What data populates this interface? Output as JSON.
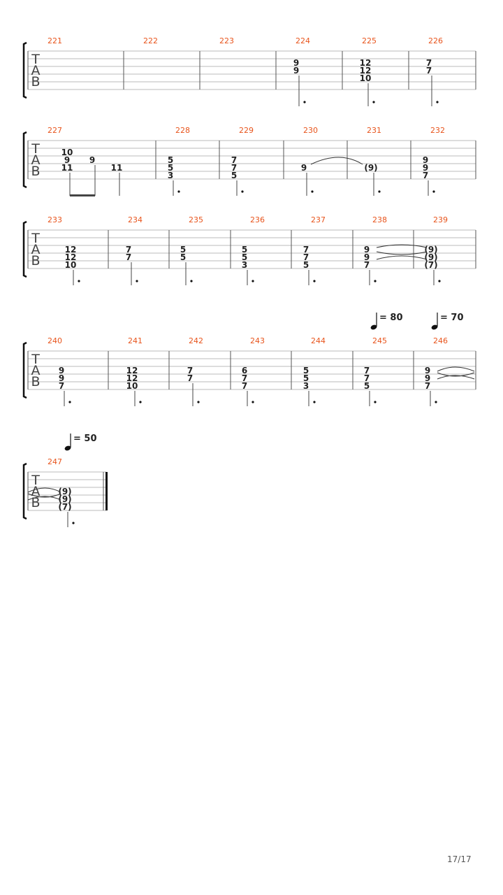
{
  "staff_labels": [
    "T",
    "A",
    "B"
  ],
  "page_number": "17/17",
  "tempos": [
    {
      "label": "= 80",
      "system": 3,
      "beat_measure": 245
    },
    {
      "label": "= 70",
      "system": 3,
      "beat_measure": 246
    },
    {
      "label": "= 50",
      "system": 4,
      "beat_measure": 247
    }
  ],
  "systems": [
    {
      "measures": [
        {
          "number": "221",
          "notes": []
        },
        {
          "number": "222",
          "notes": []
        },
        {
          "number": "223",
          "notes": []
        },
        {
          "number": "224",
          "notes": [
            {
              "frets": [
                [
                  "9",
                  0
                ],
                [
                  "9",
                  1
                ]
              ],
              "stem": "dot"
            }
          ]
        },
        {
          "number": "225",
          "notes": [
            {
              "frets": [
                [
                  "12",
                  0
                ],
                [
                  "12",
                  1
                ],
                [
                  "10",
                  2
                ]
              ],
              "stem": "dot"
            }
          ]
        },
        {
          "number": "226",
          "notes": [
            {
              "frets": [
                [
                  "7",
                  0
                ],
                [
                  "7",
                  1
                ]
              ],
              "stem": "dot"
            }
          ]
        }
      ]
    },
    {
      "measures": [
        {
          "number": "227",
          "notes": [
            {
              "frets": [
                [
                  "10",
                  0
                ],
                [
                  "9",
                  1
                ],
                [
                  "11",
                  2
                ]
              ],
              "stem": "beam"
            },
            {
              "frets": [
                [
                  "9",
                  1
                ]
              ],
              "stem": "beam"
            },
            {
              "frets": [
                [
                  "11",
                  2
                ]
              ],
              "stem": "plain"
            }
          ]
        },
        {
          "number": "228",
          "notes": [
            {
              "frets": [
                [
                  "5",
                  1
                ],
                [
                  "5",
                  2
                ],
                [
                  "3",
                  3
                ]
              ],
              "stem": "dot"
            }
          ]
        },
        {
          "number": "229",
          "notes": [
            {
              "frets": [
                [
                  "7",
                  1
                ],
                [
                  "7",
                  2
                ],
                [
                  "5",
                  3
                ]
              ],
              "stem": "dot"
            }
          ]
        },
        {
          "number": "230",
          "notes": [
            {
              "frets": [
                [
                  "9",
                  2
                ]
              ],
              "stem": "dot"
            }
          ]
        },
        {
          "number": "231",
          "notes": [
            {
              "frets": [
                [
                  "(9)",
                  2
                ]
              ],
              "stem": "dot"
            }
          ]
        },
        {
          "number": "232",
          "notes": [
            {
              "frets": [
                [
                  "9",
                  1
                ],
                [
                  "9",
                  2
                ],
                [
                  "7",
                  3
                ]
              ],
              "stem": "dot"
            }
          ]
        }
      ]
    },
    {
      "measures": [
        {
          "number": "233",
          "notes": [
            {
              "frets": [
                [
                  "12",
                  1
                ],
                [
                  "12",
                  2
                ],
                [
                  "10",
                  3
                ]
              ],
              "stem": "dot"
            }
          ]
        },
        {
          "number": "234",
          "notes": [
            {
              "frets": [
                [
                  "7",
                  1
                ],
                [
                  "7",
                  2
                ]
              ],
              "stem": "dot"
            }
          ]
        },
        {
          "number": "235",
          "notes": [
            {
              "frets": [
                [
                  "5",
                  1
                ],
                [
                  "5",
                  2
                ]
              ],
              "stem": "dot"
            }
          ]
        },
        {
          "number": "236",
          "notes": [
            {
              "frets": [
                [
                  "5",
                  1
                ],
                [
                  "5",
                  2
                ],
                [
                  "3",
                  3
                ]
              ],
              "stem": "dot"
            }
          ]
        },
        {
          "number": "237",
          "notes": [
            {
              "frets": [
                [
                  "7",
                  1
                ],
                [
                  "7",
                  2
                ],
                [
                  "5",
                  3
                ]
              ],
              "stem": "dot"
            }
          ]
        },
        {
          "number": "238",
          "notes": [
            {
              "frets": [
                [
                  "9",
                  1
                ],
                [
                  "9",
                  2
                ],
                [
                  "7",
                  3
                ]
              ],
              "stem": "dot"
            }
          ]
        },
        {
          "number": "239",
          "notes": [
            {
              "frets": [
                [
                  "(9)",
                  1
                ],
                [
                  "(9)",
                  2
                ],
                [
                  "(7)",
                  3
                ]
              ],
              "stem": "dot"
            }
          ]
        }
      ]
    },
    {
      "measures": [
        {
          "number": "240",
          "notes": [
            {
              "frets": [
                [
                  "9",
                  1
                ],
                [
                  "9",
                  2
                ],
                [
                  "7",
                  3
                ]
              ],
              "stem": "dot"
            }
          ]
        },
        {
          "number": "241",
          "notes": [
            {
              "frets": [
                [
                  "12",
                  1
                ],
                [
                  "12",
                  2
                ],
                [
                  "10",
                  3
                ]
              ],
              "stem": "dot"
            }
          ]
        },
        {
          "number": "242",
          "notes": [
            {
              "frets": [
                [
                  "7",
                  1
                ],
                [
                  "7",
                  2
                ]
              ],
              "stem": "dot"
            }
          ]
        },
        {
          "number": "243",
          "notes": [
            {
              "frets": [
                [
                  "6",
                  1
                ],
                [
                  "7",
                  2
                ],
                [
                  "7",
                  3
                ]
              ],
              "stem": "dot"
            }
          ]
        },
        {
          "number": "244",
          "notes": [
            {
              "frets": [
                [
                  "5",
                  1
                ],
                [
                  "5",
                  2
                ],
                [
                  "3",
                  3
                ]
              ],
              "stem": "dot"
            }
          ]
        },
        {
          "number": "245",
          "notes": [
            {
              "frets": [
                [
                  "7",
                  1
                ],
                [
                  "7",
                  2
                ],
                [
                  "5",
                  3
                ]
              ],
              "stem": "dot"
            }
          ]
        },
        {
          "number": "246",
          "notes": [
            {
              "frets": [
                [
                  "9",
                  1
                ],
                [
                  "9",
                  2
                ],
                [
                  "7",
                  3
                ]
              ],
              "stem": "dot"
            }
          ]
        }
      ]
    },
    {
      "measures": [
        {
          "number": "247",
          "notes": [
            {
              "frets": [
                [
                  "(9)",
                  1
                ],
                [
                  "(9)",
                  2
                ],
                [
                  "(7)",
                  3
                ]
              ],
              "stem": "dot"
            }
          ]
        }
      ]
    }
  ]
}
